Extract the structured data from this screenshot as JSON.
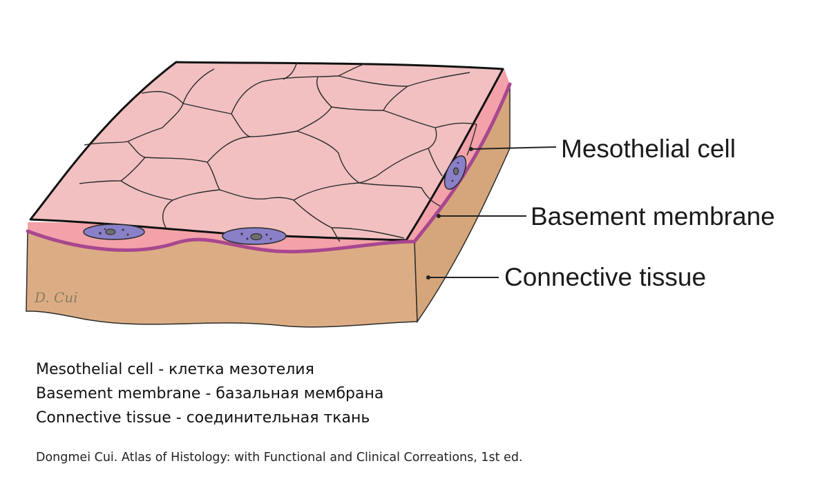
{
  "labels": {
    "mesothelial_cell": "Mesothelial cell",
    "basement_membrane": "Basement membrane",
    "connective_tissue": "Connective tissue"
  },
  "signature": "D. Cui",
  "legend": [
    "Mesothelial cell - клетка мезотелия",
    "Basement membrane - базальная мембрана",
    "Connective tissue - соединительная ткань"
  ],
  "citation": "Dongmei Cui. Atlas of Histology: with Functional and Clinical Correations, 1st ed.",
  "colors": {
    "cell_surface": "#f2c0c1",
    "cytoplasm_layer": "#f2a2a8",
    "basement_membrane": "#a8478f",
    "connective_tissue": "#dcad84",
    "nucleus": "#8a80c8",
    "outline": "#222222"
  }
}
